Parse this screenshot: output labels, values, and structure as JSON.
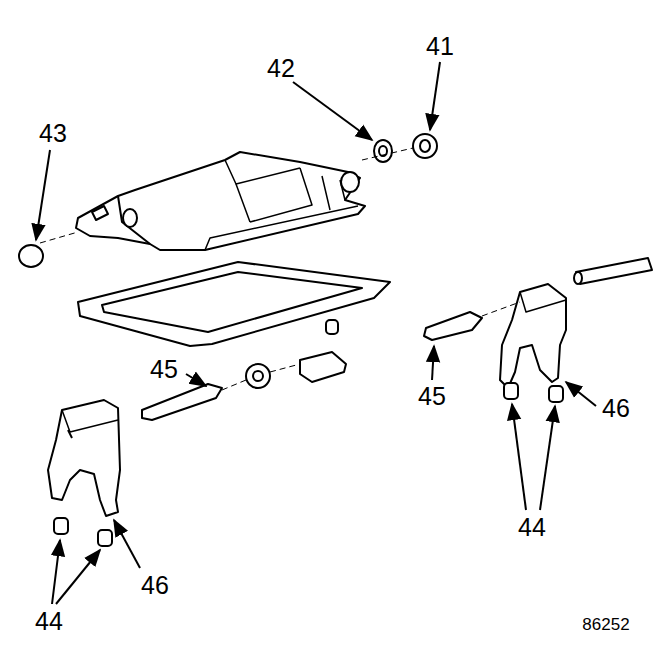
{
  "diagram": {
    "labels": [
      "41",
      "42",
      "43",
      "45",
      "45",
      "46",
      "44",
      "46",
      "44",
      "86252"
    ]
  }
}
